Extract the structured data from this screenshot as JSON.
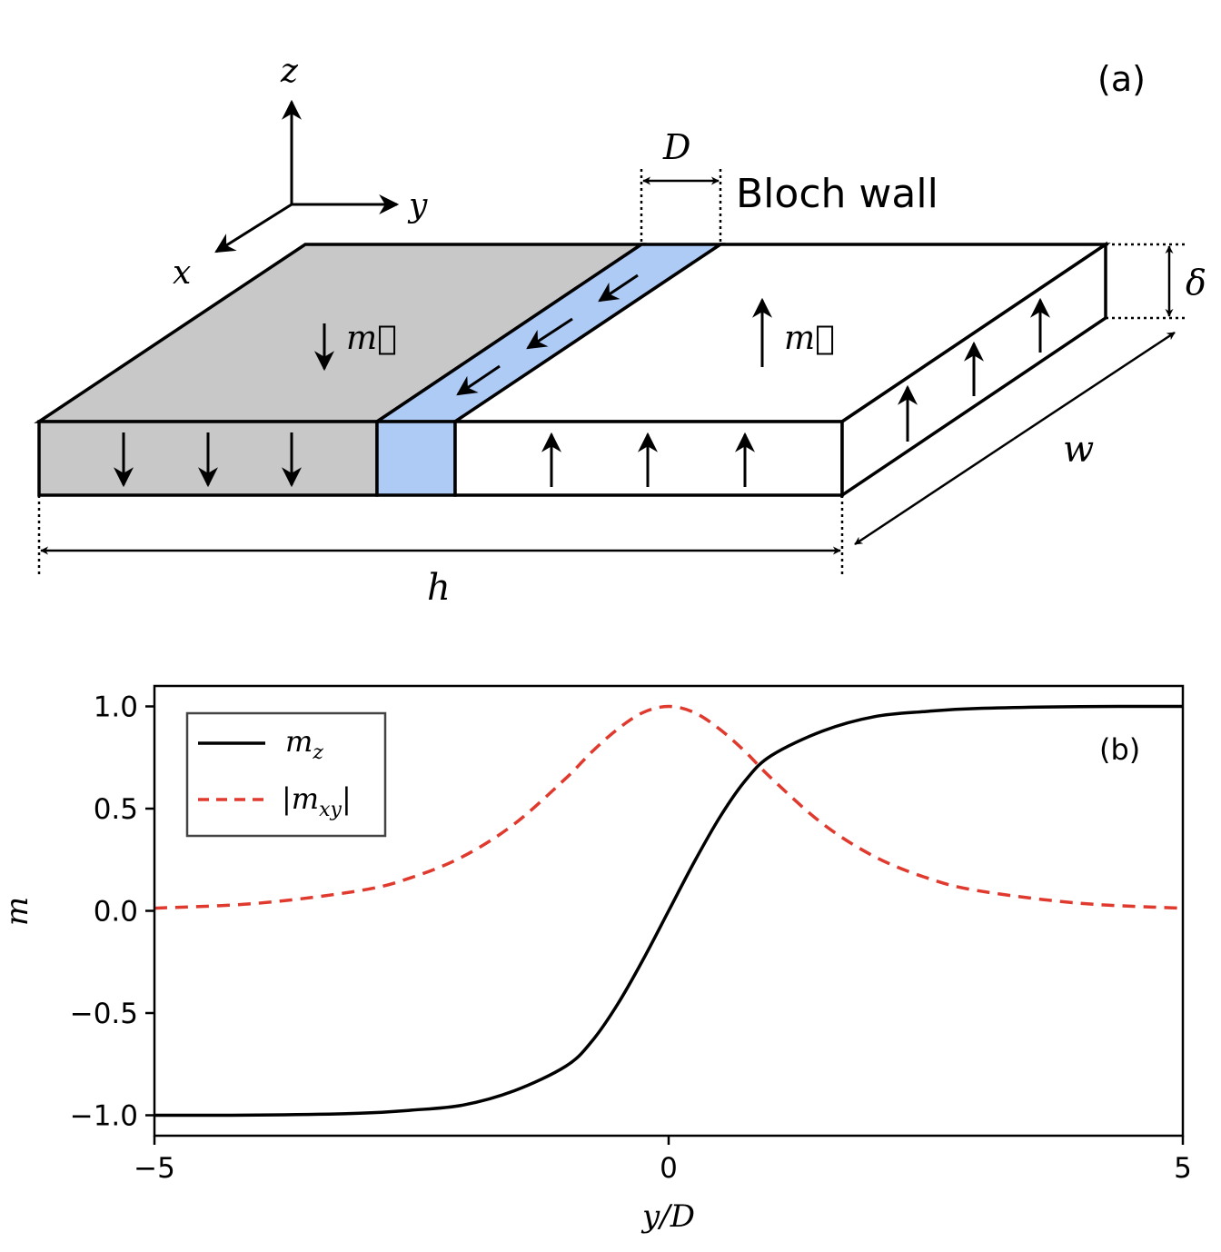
{
  "panel_a": {
    "label": "(a)",
    "axes": {
      "z": "z",
      "y": "y",
      "x": "x"
    },
    "wall_width_label": "D",
    "wall_name": "Bloch wall",
    "thickness_label": "δ",
    "width_label": "w",
    "length_label": "h",
    "magnetization_label": "m⃗",
    "colors": {
      "down_domain": "#c8c8c8",
      "wall": "#aecbf6",
      "up_domain": "#ffffff"
    }
  },
  "panel_b": {
    "label": "(b)"
  },
  "chart_data": {
    "type": "line",
    "xlabel": "y/D",
    "ylabel": "m",
    "xlim": [
      -5,
      5
    ],
    "ylim": [
      -1.1,
      1.1
    ],
    "x_ticks": [
      "−5",
      "0",
      "5"
    ],
    "y_ticks": [
      "−1.0",
      "−0.5",
      "0.0",
      "0.5",
      "1.0"
    ],
    "y_tick_values": [
      -1.0,
      -0.5,
      0.0,
      0.5,
      1.0
    ],
    "x_tick_values": [
      -5,
      0,
      5
    ],
    "legend_position": "top-left",
    "grid": false,
    "series": [
      {
        "name": "m_z",
        "style": "solid",
        "color": "#000000",
        "x": [
          -5,
          -4,
          -3,
          -2.5,
          -2,
          -1.5,
          -1,
          -0.75,
          -0.5,
          -0.25,
          0,
          0.25,
          0.5,
          0.75,
          1,
          1.5,
          2,
          2.5,
          3,
          4,
          5
        ],
        "y": [
          -1.0,
          -0.999,
          -0.99,
          -0.975,
          -0.95,
          -0.88,
          -0.76,
          -0.64,
          -0.46,
          -0.24,
          0.0,
          0.24,
          0.46,
          0.64,
          0.76,
          0.88,
          0.95,
          0.975,
          0.99,
          0.999,
          1.0
        ]
      },
      {
        "name": "|m_xy|",
        "style": "dashed",
        "color": "#e03a2e",
        "x": [
          -5,
          -4,
          -3,
          -2.5,
          -2,
          -1.5,
          -1,
          -0.75,
          -0.5,
          -0.25,
          0,
          0.25,
          0.5,
          0.75,
          1,
          1.5,
          2,
          2.5,
          3,
          4,
          5
        ],
        "y": [
          0.013,
          0.037,
          0.099,
          0.163,
          0.266,
          0.425,
          0.648,
          0.776,
          0.887,
          0.97,
          1.0,
          0.97,
          0.887,
          0.776,
          0.648,
          0.425,
          0.266,
          0.163,
          0.099,
          0.037,
          0.013
        ]
      }
    ]
  }
}
